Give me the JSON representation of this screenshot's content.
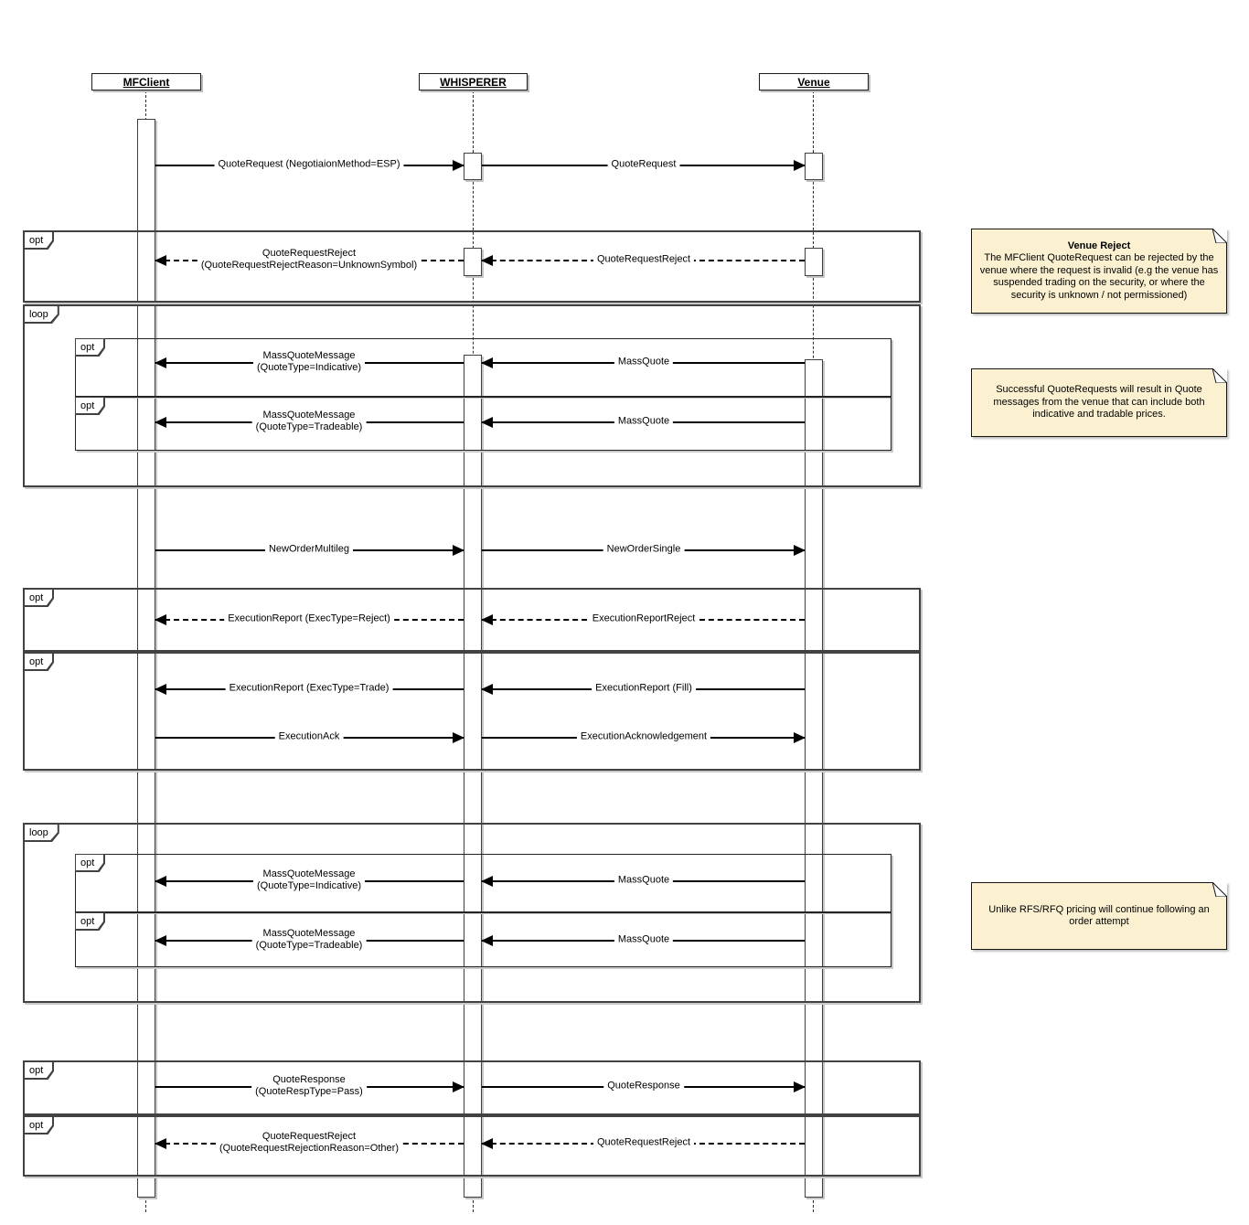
{
  "diagram": {
    "type": "uml-sequence",
    "actors": [
      {
        "name": "MFClient"
      },
      {
        "name": "WHISPERER"
      },
      {
        "name": "Venue"
      }
    ],
    "frames": [
      {
        "label": "opt"
      },
      {
        "label": "loop"
      },
      {
        "label": "opt"
      },
      {
        "label": "opt"
      },
      {
        "label": "opt"
      },
      {
        "label": "opt"
      },
      {
        "label": "loop"
      },
      {
        "label": "opt"
      },
      {
        "label": "opt"
      },
      {
        "label": "opt"
      },
      {
        "label": "opt"
      }
    ],
    "messages": [
      {
        "left": "QuoteRequest (NegotiaionMethod=ESP)",
        "right": "QuoteRequest",
        "style": "solid"
      },
      {
        "left": "QuoteRequestReject\n(QuoteRequestRejectReason=UnknownSymbol)",
        "right": "QuoteRequestReject",
        "style": "dashed"
      },
      {
        "left": "MassQuoteMessage\n(QuoteType=Indicative)",
        "right": "MassQuote",
        "style": "solid"
      },
      {
        "left": "MassQuoteMessage\n(QuoteType=Tradeable)",
        "right": "MassQuote",
        "style": "solid"
      },
      {
        "left": "NewOrderMultileg",
        "right": "NewOrderSingle",
        "style": "solid"
      },
      {
        "left": "ExecutionReport (ExecType=Reject)",
        "right": "ExecutionReportReject",
        "style": "dashed"
      },
      {
        "left": "ExecutionReport (ExecType=Trade)",
        "right": "ExecutionReport (Fill)",
        "style": "solid"
      },
      {
        "left": "ExecutionAck",
        "right": "ExecutionAcknowledgement",
        "style": "solid"
      },
      {
        "left": "MassQuoteMessage\n(QuoteType=Indicative)",
        "right": "MassQuote",
        "style": "solid"
      },
      {
        "left": "MassQuoteMessage\n(QuoteType=Tradeable)",
        "right": "MassQuote",
        "style": "solid"
      },
      {
        "left": "QuoteResponse\n(QuoteRespType=Pass)",
        "right": "QuoteResponse",
        "style": "solid"
      },
      {
        "left": "QuoteRequestReject\n(QuoteRequestRejectionReason=Other)",
        "right": "QuoteRequestReject",
        "style": "dashed"
      }
    ],
    "notes": [
      {
        "title": "Venue Reject",
        "body": "The MFClient QuoteRequest can be rejected by the venue where the request is invalid (e.g the venue has suspended trading on the security, or where the security is unknown / not permissioned)"
      },
      {
        "title": "",
        "body": "Successful QuoteRequests will result in Quote messages from the venue that can include both indicative and tradable prices."
      },
      {
        "title": "",
        "body": "Unlike RFS/RFQ pricing will continue following an order attempt"
      }
    ],
    "colors": {
      "note_bg": "#FBF1D1",
      "frame_border": "#424242",
      "message_line": "#000000",
      "background": "#ffffff"
    }
  }
}
